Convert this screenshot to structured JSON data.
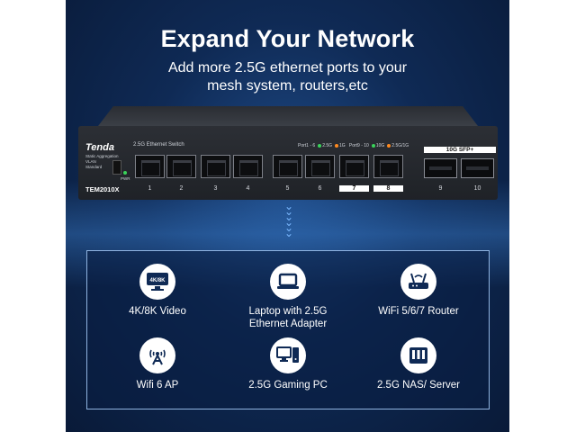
{
  "header": {
    "title": "Expand Your Network",
    "subtitle_line1": "Add more 2.5G ethernet ports to your",
    "subtitle_line2": "mesh system, routers,etc"
  },
  "device": {
    "brand": "Tenda",
    "model": "TEM2010X",
    "switch_label": "2.5G Ethernet Switch",
    "modes": [
      "Static Aggregation",
      "VLAN",
      "Standard"
    ],
    "pwr_label": "PWR",
    "led_legend_1": {
      "prefix": "Port1 - 6",
      "a": "2.5G",
      "b": "1G"
    },
    "led_legend_2": {
      "prefix": "Port9 - 10",
      "a": "10G",
      "b": "2.5G/1G"
    },
    "ports": [
      "1",
      "2",
      "3",
      "4",
      "5",
      "6",
      "7",
      "8"
    ],
    "sfp_label": "10G SFP+",
    "sfp_ports": [
      "9",
      "10"
    ],
    "colors": {
      "green_led": "#3ad35a",
      "orange_led": "#ff8a1f"
    }
  },
  "features": [
    {
      "icon": "4k-8k-monitor-icon",
      "icon_text": "4K/8K",
      "label": "4K/8K Video"
    },
    {
      "icon": "laptop-icon",
      "label_line1": "Laptop with 2.5G",
      "label_line2": "Ethernet Adapter"
    },
    {
      "icon": "wifi-router-icon",
      "label": "WiFi 5/6/7 Router"
    },
    {
      "icon": "access-point-icon",
      "label": "Wifi 6 AP"
    },
    {
      "icon": "gaming-pc-icon",
      "label": "2.5G Gaming PC"
    },
    {
      "icon": "nas-server-icon",
      "label": "2.5G NAS/ Server"
    }
  ]
}
